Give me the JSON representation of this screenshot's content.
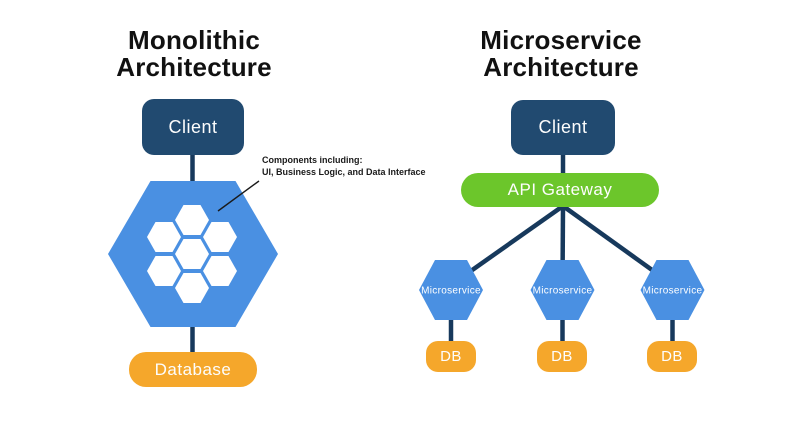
{
  "colors": {
    "navy_box": "#214a70",
    "connector": "#17395c",
    "hex_blue": "#4a90e2",
    "hex_inner_white": "#ffffff",
    "green": "#6cc62b",
    "orange": "#f5a72b",
    "title_text": "#111111",
    "annotation_text": "#1a1a1a"
  },
  "monolith": {
    "title_line1": "Monolithic",
    "title_line2": "Architecture",
    "client_label": "Client",
    "database_label": "Database",
    "annotation_line1": "Components including:",
    "annotation_line2": "UI, Business Logic, and Data Interface"
  },
  "micro": {
    "title_line1": "Microservice",
    "title_line2": "Architecture",
    "client_label": "Client",
    "api_gateway_label": "API Gateway",
    "services": [
      {
        "label": "Microservice",
        "db_label": "DB"
      },
      {
        "label": "Microservice",
        "db_label": "DB"
      },
      {
        "label": "Microservice",
        "db_label": "DB"
      }
    ]
  }
}
